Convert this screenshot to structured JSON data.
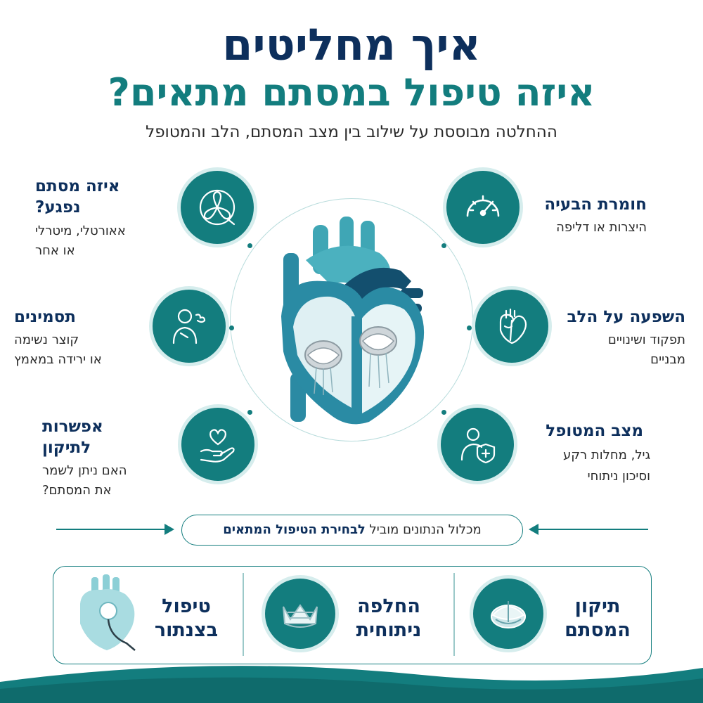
{
  "header": {
    "title_line1": "איך מחליטים",
    "title_line2": "איזה טיפול במסתם מתאים?",
    "subtitle": "ההחלטה מבוססת על שילוב בין מצב המסתם, הלב והמטופל"
  },
  "factors": {
    "severity": {
      "title": "חומרת הבעיה",
      "desc": "היצרות או דליפה",
      "icon": "gauge-icon"
    },
    "heart_effect": {
      "title": "השפעה על הלב",
      "desc_line1": "תפקוד ושינויים",
      "desc_line2": "מבניים",
      "icon": "heart-icon"
    },
    "patient_state": {
      "title": "מצב המטופל",
      "desc_line1": "גיל, מחלות רקע",
      "desc_line2": "וסיכון ניתוחי",
      "icon": "doctor-shield-icon"
    },
    "valve_type": {
      "title_line1": "איזה מסתם",
      "title_line2": "נפגע?",
      "desc_line1": "אאורטלי, מיטרלי",
      "desc_line2": "או אחר",
      "icon": "valve-icon"
    },
    "symptoms": {
      "title": "תסמינים",
      "desc_line1": "קוצר נשימה",
      "desc_line2": "או ירידה במאמץ",
      "icon": "breathing-person-icon"
    },
    "repair_option": {
      "title_line1": "אפשרות",
      "title_line2": "לתיקון",
      "desc_line1": "האם ניתן לשמר",
      "desc_line2": "את המסתם?",
      "icon": "heart-hand-icon"
    }
  },
  "conclusion": {
    "text_plain": "מכלול הנתונים מוביל ",
    "text_bold": "לבחירת הטיפול המתאים"
  },
  "options": {
    "repair": {
      "line1": "תיקון",
      "line2": "המסתם",
      "icon": "valve-repair-icon"
    },
    "surgical": {
      "line1": "החלפה",
      "line2": "ניתוחית",
      "icon": "valve-crown-icon"
    },
    "catheter": {
      "line1": "טיפול",
      "line2": "בצנתור",
      "icon": "catheter-heart-icon"
    }
  },
  "colors": {
    "navy": "#0d2f5c",
    "teal": "#137d7e",
    "light_teal": "#d6eded"
  }
}
